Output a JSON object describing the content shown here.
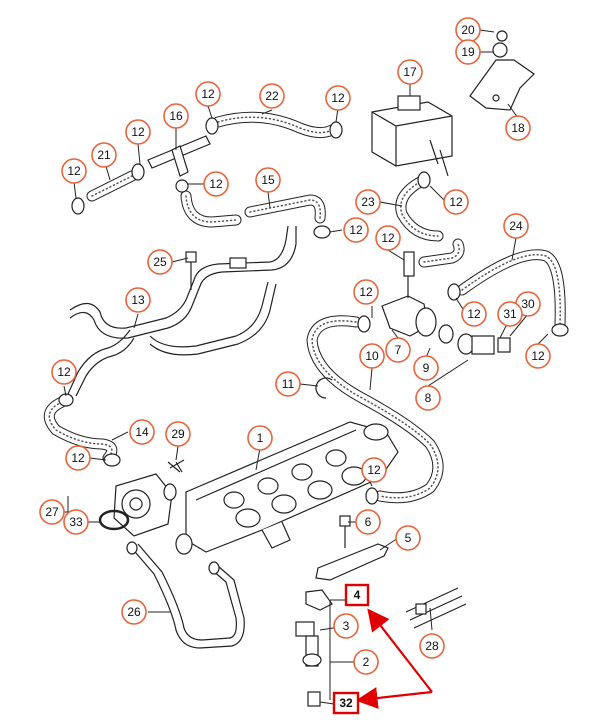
{
  "callouts": [
    {
      "id": "c20",
      "label": "20"
    },
    {
      "id": "c19",
      "label": "19"
    },
    {
      "id": "c17",
      "label": "17"
    },
    {
      "id": "c18",
      "label": "18"
    },
    {
      "id": "c12a",
      "label": "12"
    },
    {
      "id": "c22",
      "label": "22"
    },
    {
      "id": "c12b",
      "label": "12"
    },
    {
      "id": "c16",
      "label": "16"
    },
    {
      "id": "c12c",
      "label": "12"
    },
    {
      "id": "c21",
      "label": "21"
    },
    {
      "id": "c12d",
      "label": "12"
    },
    {
      "id": "c12e",
      "label": "12"
    },
    {
      "id": "c15",
      "label": "15"
    },
    {
      "id": "c12f",
      "label": "12"
    },
    {
      "id": "c23",
      "label": "23"
    },
    {
      "id": "c12g",
      "label": "12"
    },
    {
      "id": "c12h",
      "label": "12"
    },
    {
      "id": "c24",
      "label": "24"
    },
    {
      "id": "c25",
      "label": "25"
    },
    {
      "id": "c13",
      "label": "13"
    },
    {
      "id": "c12i",
      "label": "12"
    },
    {
      "id": "c12j",
      "label": "12"
    },
    {
      "id": "c30",
      "label": "30"
    },
    {
      "id": "c31",
      "label": "31"
    },
    {
      "id": "c7",
      "label": "7"
    },
    {
      "id": "c9",
      "label": "9"
    },
    {
      "id": "c12k",
      "label": "12"
    },
    {
      "id": "c10",
      "label": "10"
    },
    {
      "id": "c12l",
      "label": "12"
    },
    {
      "id": "c8",
      "label": "8"
    },
    {
      "id": "c11",
      "label": "11"
    },
    {
      "id": "c14",
      "label": "14"
    },
    {
      "id": "c29",
      "label": "29"
    },
    {
      "id": "c1",
      "label": "1"
    },
    {
      "id": "c12m",
      "label": "12"
    },
    {
      "id": "c12n",
      "label": "12"
    },
    {
      "id": "c27",
      "label": "27"
    },
    {
      "id": "c33",
      "label": "33"
    },
    {
      "id": "c6",
      "label": "6"
    },
    {
      "id": "c5",
      "label": "5"
    },
    {
      "id": "c26",
      "label": "26"
    },
    {
      "id": "c3",
      "label": "3"
    },
    {
      "id": "c28",
      "label": "28"
    },
    {
      "id": "c2",
      "label": "2"
    }
  ],
  "highlighted": [
    {
      "id": "b4",
      "label": "4"
    },
    {
      "id": "b32",
      "label": "32"
    }
  ],
  "colors": {
    "callout_ring": "#e8643c",
    "highlight": "#e00000",
    "arrow": "#e00000"
  }
}
